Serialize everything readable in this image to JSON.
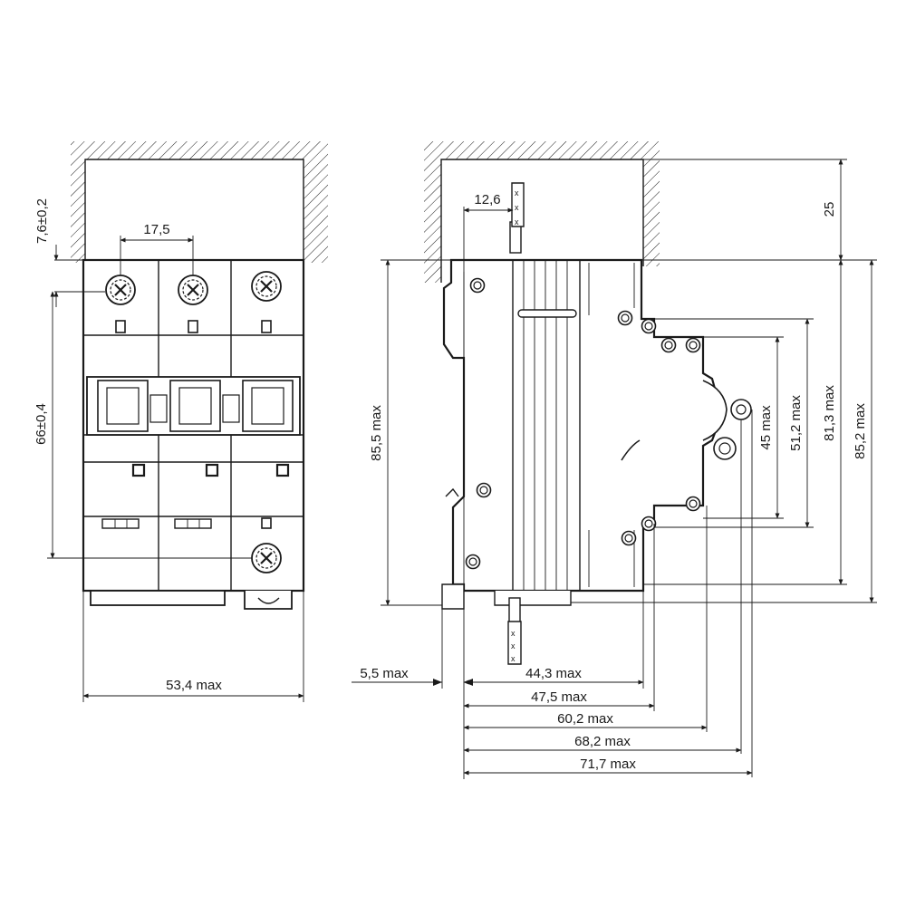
{
  "front_view": {
    "dim_pitch": "17,5",
    "dim_top_offset": "7,6±0,2",
    "dim_terminal_height": "66±0,4",
    "dim_width": "53,4 max"
  },
  "side_view": {
    "dim_wire": "12,6",
    "dim_clearance": "25",
    "dim_height_total": "85,5 max",
    "dim_45": "45 max",
    "dim_51": "51,2 max",
    "dim_81": "81,3 max",
    "dim_85_2": "85,2 max",
    "dim_5_5": "5,5 max",
    "dim_44_3": "44,3 max",
    "dim_47_5": "47,5 max",
    "dim_60_2": "60,2 max",
    "dim_68_2": "68,2 max",
    "dim_71_7": "71,7 max"
  },
  "colors": {
    "line": "#1a1a1a",
    "background": "#ffffff"
  },
  "icons": [
    "hatch-wall",
    "screw-terminal",
    "toggle-lever",
    "din-rail-clip",
    "wire-end",
    "mounting-hole"
  ]
}
